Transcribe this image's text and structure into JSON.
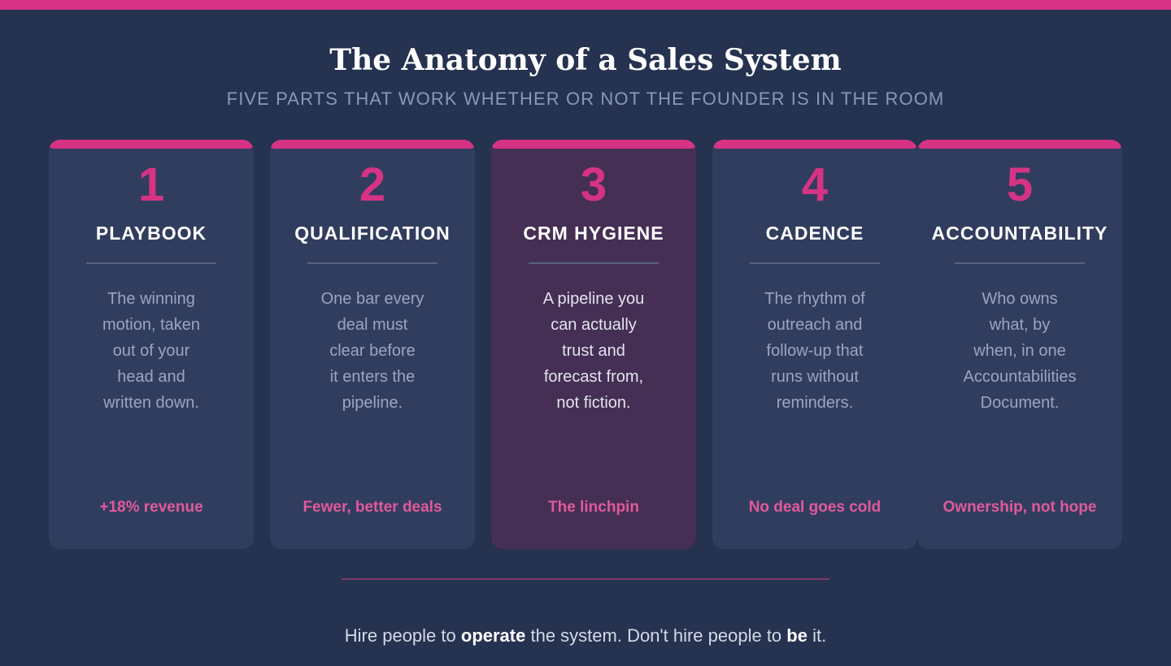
{
  "colors": {
    "background": "#253250",
    "accent": "#d63384",
    "card": "#313d5f",
    "card_highlight": "#452f55",
    "tag": "#e05a9b"
  },
  "header": {
    "title": "The Anatomy of a Sales System",
    "subtitle": "FIVE PARTS THAT WORK WHETHER OR NOT THE FOUNDER IS IN THE ROOM"
  },
  "cards": [
    {
      "number": "1",
      "name": "PLAYBOOK",
      "description": "The winning\nmotion, taken\nout of your\nhead and\nwritten down.",
      "tag": "+18% revenue"
    },
    {
      "number": "2",
      "name": "QUALIFICATION",
      "description": "One bar every\ndeal must\nclear before\nit enters the\npipeline.",
      "tag": "Fewer, better deals"
    },
    {
      "number": "3",
      "name": "CRM HYGIENE",
      "description": "A pipeline you\ncan actually\ntrust and\nforecast from,\nnot fiction.",
      "tag": "The linchpin"
    },
    {
      "number": "4",
      "name": "CADENCE",
      "description": "The rhythm of\noutreach and\nfollow-up that\nruns without\nreminders.",
      "tag": "No deal goes cold"
    },
    {
      "number": "5",
      "name": "ACCOUNTABILITY",
      "description": "Who owns\nwhat, by\nwhen, in one\nAccountabilities\nDocument.",
      "tag": "Ownership, not hope"
    }
  ],
  "footer": {
    "part1": "Hire people to ",
    "emphasis1": "operate",
    "part2": " the system. Don't hire people to ",
    "emphasis2": "be",
    "part3": " it."
  }
}
